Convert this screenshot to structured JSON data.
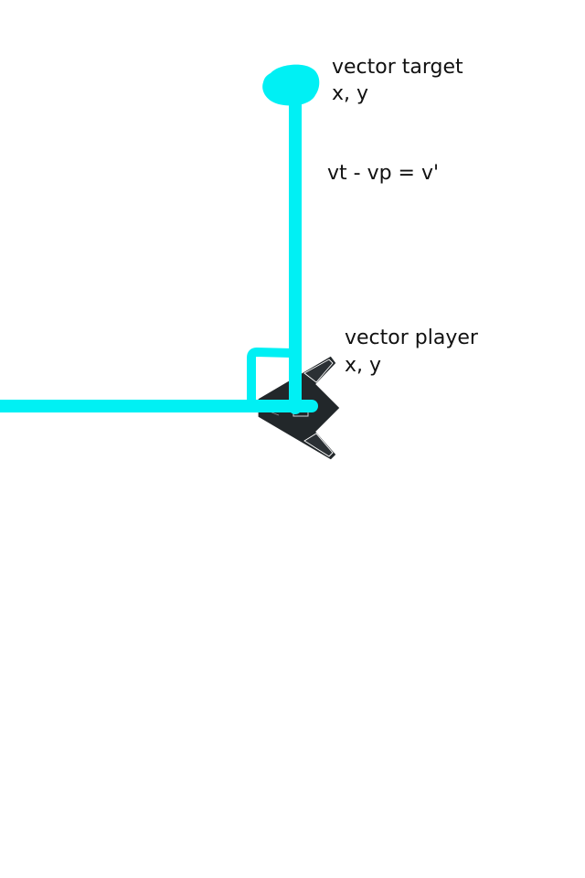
{
  "labels": {
    "target_line1": "vector target",
    "target_line2": "x, y",
    "difference": "vt - vp = v'",
    "player_line1": "vector player",
    "player_line2": "x, y"
  },
  "colors": {
    "stroke": "#00f0f4",
    "ship_body": "#22272a",
    "ship_outline": "#ffffff",
    "text": "#111111"
  },
  "icons": {
    "player": "spaceship-icon",
    "target": "blob-marker"
  }
}
